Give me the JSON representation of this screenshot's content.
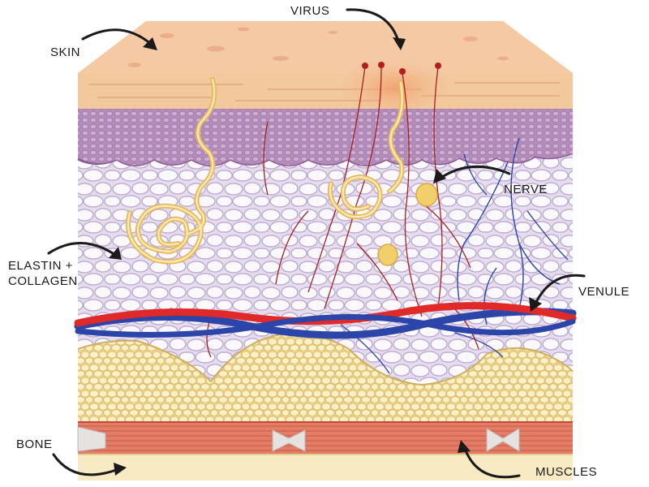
{
  "labels": {
    "skin": "SKIN",
    "virus": "VIRUS",
    "nerve": "NERVE",
    "elastin_collagen": "ELASTIN +\nCOLLAGEN",
    "venule": "VENULE",
    "bone": "BONE",
    "muscles": "MUSCLES"
  },
  "colors": {
    "skin_surface": "#f3c9a3",
    "epidermis": "#f2c79b",
    "basal_layer": "#9e6fa5",
    "dermis": "#e9dff0",
    "fat": "#f6e3a8",
    "muscle": "#e37762",
    "bone": "#f8ebc3",
    "artery": "#e02a2a",
    "vein": "#2c45a8",
    "nerve": "#2c45a8",
    "capillary": "#a52121",
    "fiber": "#f4cf70",
    "arrow": "#1a1a1a"
  }
}
